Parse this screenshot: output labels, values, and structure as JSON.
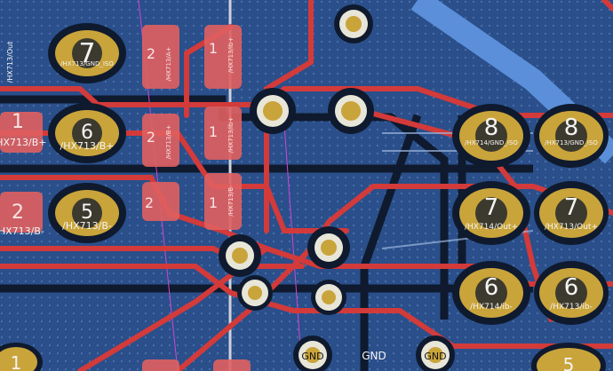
{
  "app": {
    "view": "PCB layout canvas"
  },
  "colors": {
    "board": "#2a4f8a",
    "copper_zone": "#3d6fbd",
    "track": "#d33a3a",
    "pad_ring": "#c9a43a",
    "drill": "#3c3a2e",
    "via_ring": "#e8e6d8",
    "courtyard": "#0f1a2e"
  },
  "pads_left": [
    {
      "num": "7",
      "net": "/HX713/GND_ISO"
    },
    {
      "num": "6",
      "net": "/HX713/B+"
    },
    {
      "num": "5",
      "net": "/HX713/B-"
    }
  ],
  "pads_right_a": [
    {
      "num": "8",
      "net": "/HX714/GND_ISO"
    },
    {
      "num": "7",
      "net": "/HX714/Out+"
    },
    {
      "num": "6",
      "net": "/HX714/ib-"
    }
  ],
  "pads_right_b": [
    {
      "num": "8",
      "net": "/HX713/GND_ISO"
    },
    {
      "num": "7",
      "net": "/HX713/Out+"
    },
    {
      "num": "6",
      "net": "/HX713/ib-"
    }
  ],
  "smd_col1": [
    {
      "num": "2",
      "net": "/HX713/A+"
    },
    {
      "num": "2",
      "net": "/HX713/B+"
    },
    {
      "num": "2",
      "net": ""
    }
  ],
  "smd_col2": [
    {
      "num": "1",
      "net": "/HX713/ib+"
    },
    {
      "num": "1",
      "net": "/HX713/ib+"
    },
    {
      "num": "1",
      "net": "/HX713/B-"
    }
  ],
  "smd_edge": [
    {
      "num": "1",
      "net": "/HX713/B+"
    },
    {
      "num": "2",
      "net": "/HX713/B-"
    }
  ],
  "misc": {
    "top_edge_out": "/HX713/Out",
    "gnd_label": "GND",
    "gnd_pad_left": "GND",
    "gnd_pad_right": "GND",
    "pad_partial_bottom": "1",
    "pad_partial_right": "5"
  }
}
